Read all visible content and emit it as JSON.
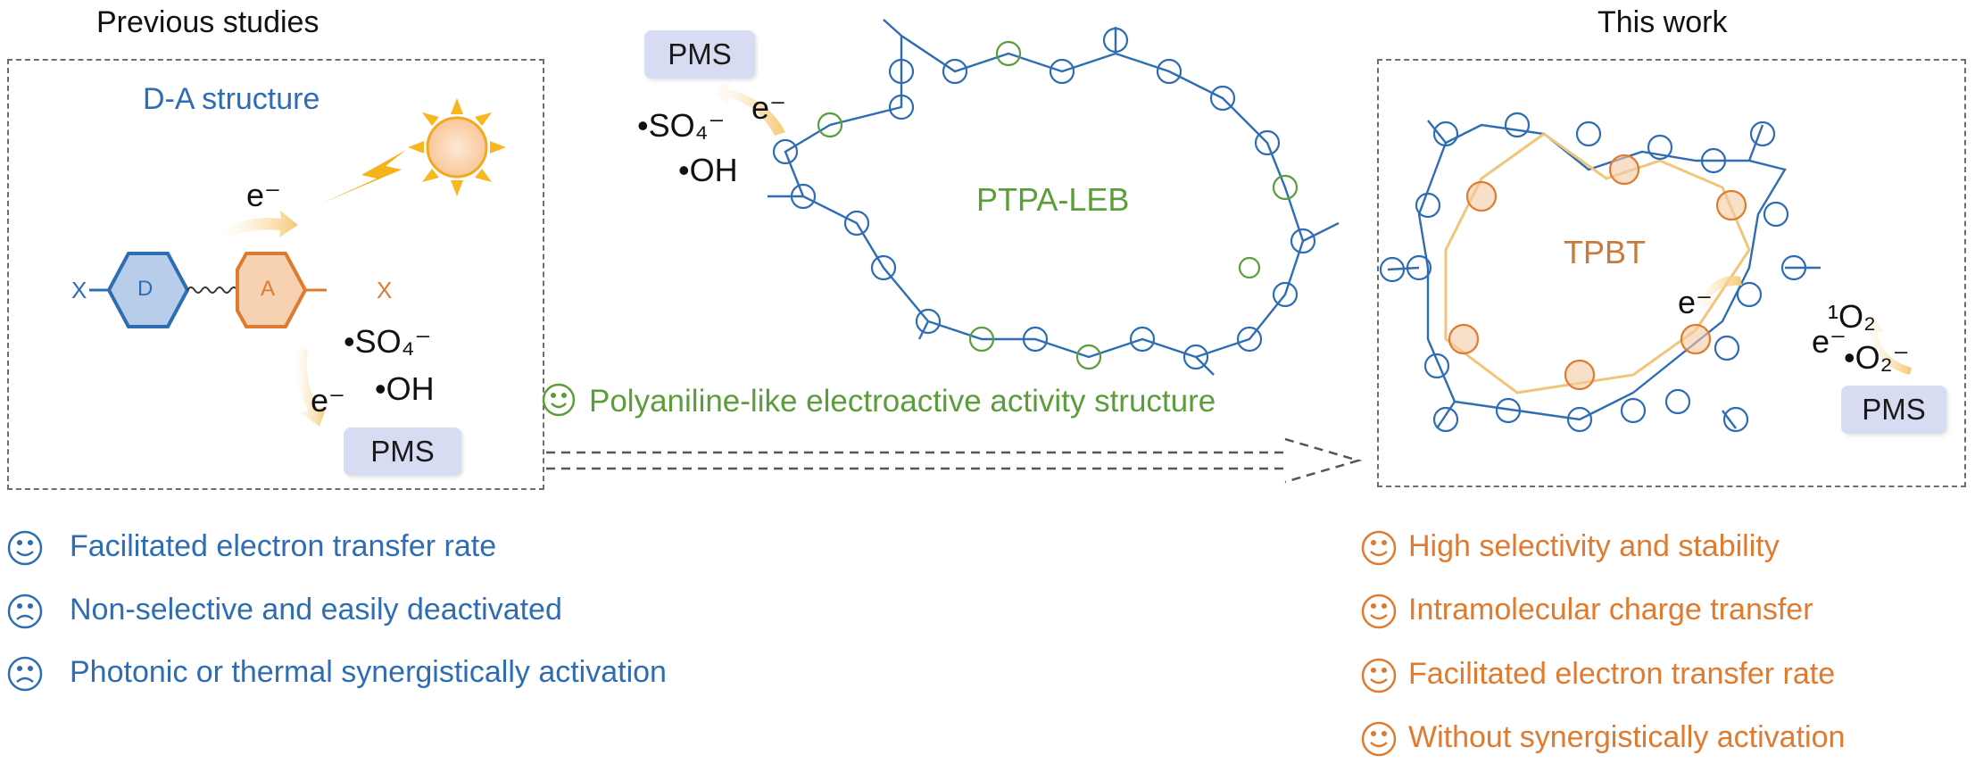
{
  "left": {
    "heading": "Previous studies",
    "structure_label": "D-A structure",
    "donor_label": "D",
    "acceptor_label": "A",
    "substituent_left": "X",
    "substituent_right": "X",
    "electron": "e⁻",
    "electron2": "e⁻",
    "radical_so4": "•SO₄⁻",
    "radical_oh": "•OH",
    "pms": "PMS",
    "features": [
      {
        "icon": "smile",
        "text": "Facilitated electron transfer rate"
      },
      {
        "icon": "frown",
        "text": "Non-selective and easily deactivated"
      },
      {
        "icon": "frown",
        "text": "Photonic or thermal synergistically activation"
      }
    ]
  },
  "middle": {
    "pms": "PMS",
    "electron": "e⁻",
    "radical_so4": "•SO₄⁻",
    "radical_oh": "•OH",
    "polymer_label": "PTPA-LEB",
    "caption": "Polyaniline-like electroactive activity structure"
  },
  "right": {
    "heading": "This work",
    "polymer_label": "TPBT",
    "electron_inner": "e⁻",
    "electron_outer": "e⁻",
    "singlet_oxygen": "¹O₂",
    "superoxide": "•O₂⁻",
    "pms": "PMS",
    "features": [
      {
        "icon": "smile",
        "text": "High selectivity and stability"
      },
      {
        "icon": "smile",
        "text": "Intramolecular charge transfer"
      },
      {
        "icon": "smile",
        "text": "Facilitated electron transfer rate"
      },
      {
        "icon": "smile",
        "text": "Without synergistically activation"
      }
    ]
  },
  "colors": {
    "donor_blue": "#2e6db4",
    "acceptor_orange": "#e07a2e",
    "linker_green": "#5a9e3a",
    "pill_bg": "#d7dcf2"
  }
}
